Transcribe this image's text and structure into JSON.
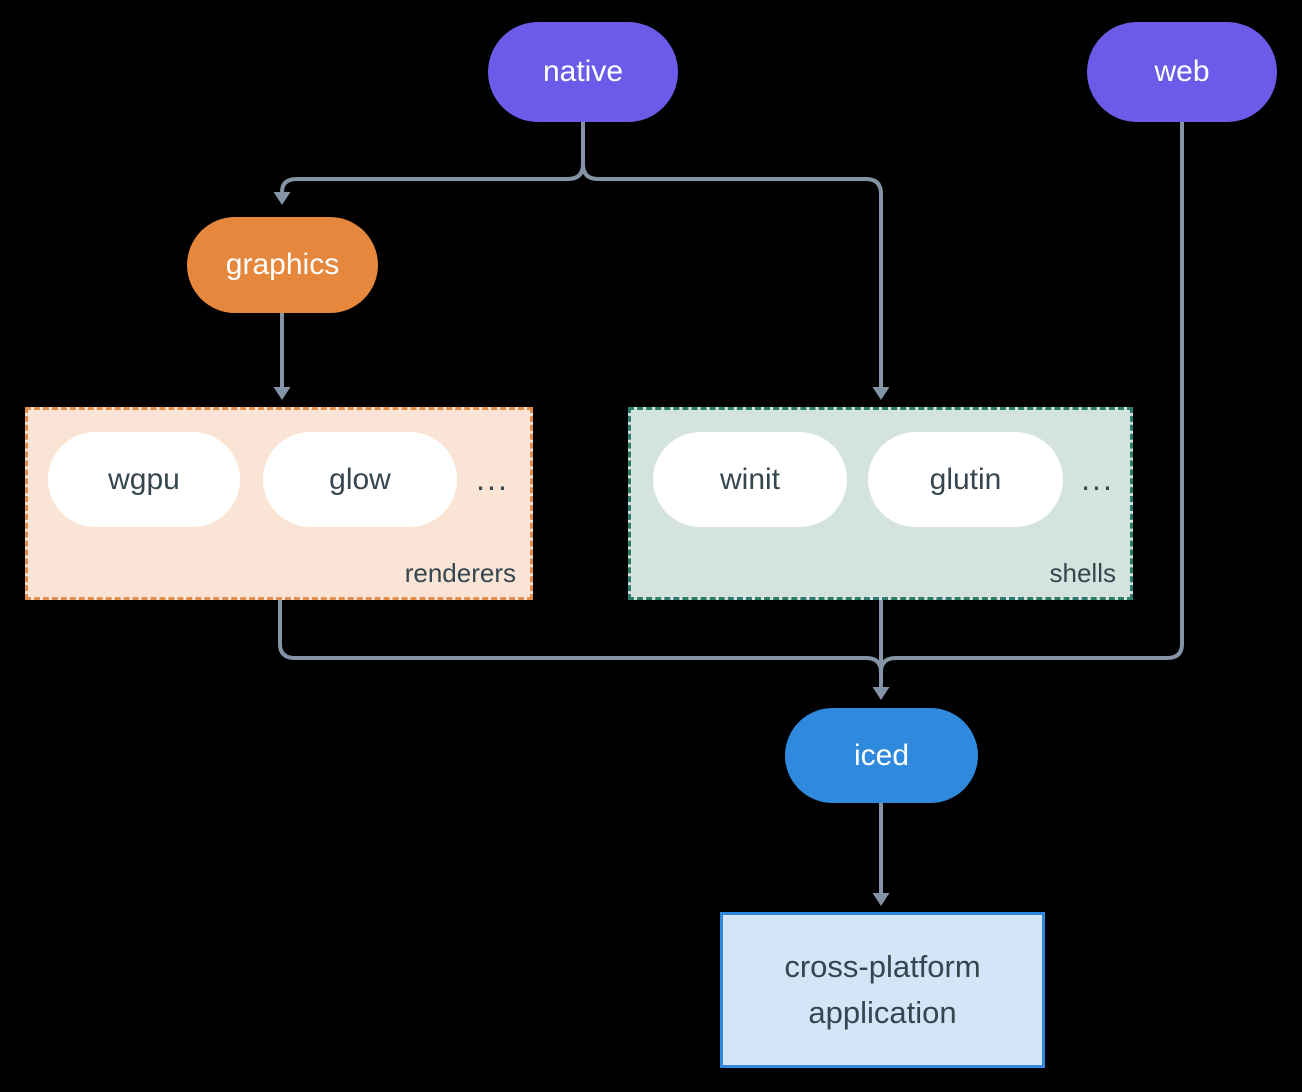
{
  "nodes": {
    "native": {
      "label": "native",
      "color": "#6C5BE9",
      "text_color": "#FFFFFF"
    },
    "web": {
      "label": "web",
      "color": "#6C5BE9",
      "text_color": "#FFFFFF"
    },
    "graphics": {
      "label": "graphics",
      "color": "#E5873D",
      "text_color": "#FFFFFF"
    },
    "iced": {
      "label": "iced",
      "color": "#2F89DC",
      "text_color": "#FFFFFF"
    },
    "application": {
      "label": "cross-platform application",
      "fill": "#D4E5F7",
      "border": "#3287DE",
      "text_color": "#36464F"
    }
  },
  "groups": {
    "renderers": {
      "label": "renderers",
      "items": [
        "wgpu",
        "glow"
      ],
      "ellipsis": "...",
      "fill": "#FAE4D5",
      "border": "#E28F4D"
    },
    "shells": {
      "label": "shells",
      "items": [
        "winit",
        "glutin"
      ],
      "ellipsis": "...",
      "fill": "#D4E3DD",
      "border": "#2C7D6B"
    }
  },
  "colors": {
    "background": "#000000",
    "connector": "#8494A6",
    "item_pill_fill": "#FFFFFF",
    "dark_text": "#36464F"
  }
}
